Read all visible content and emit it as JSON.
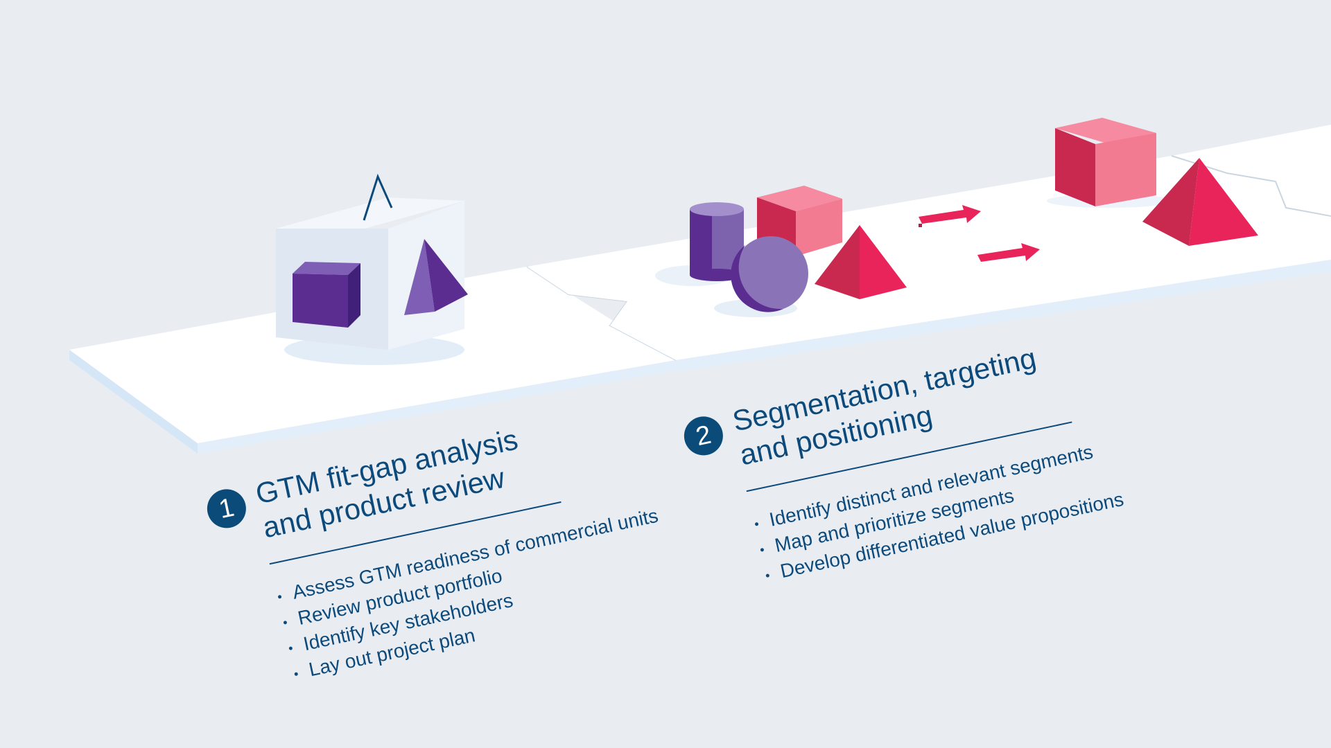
{
  "steps": [
    {
      "number": "1",
      "title_line1": "GTM fit-gap analysis",
      "title_line2": "and product review",
      "bullets": [
        "Assess GTM readiness of commercial units",
        "Review product portfolio",
        "Identify key stakeholders",
        "Lay out project plan"
      ]
    },
    {
      "number": "2",
      "title_line1": "Segmentation, targeting",
      "title_line2": "and positioning",
      "bullets": [
        "Identify distinct and relevant segments",
        "Map and prioritize segments",
        "Develop differentiated value propositions"
      ]
    }
  ],
  "colors": {
    "background": "#e9edf2",
    "platform": "#ffffff",
    "text": "#0d4a7c",
    "badge": "#0b4b7a",
    "purple": "#5b2d91",
    "purple_light": "#8a73b6",
    "pink": "#e8245a",
    "pink_light": "#f27a91"
  },
  "icons": [
    "cube-icon",
    "pyramid-icon",
    "cylinder-icon",
    "sphere-icon",
    "arrow-icon"
  ]
}
